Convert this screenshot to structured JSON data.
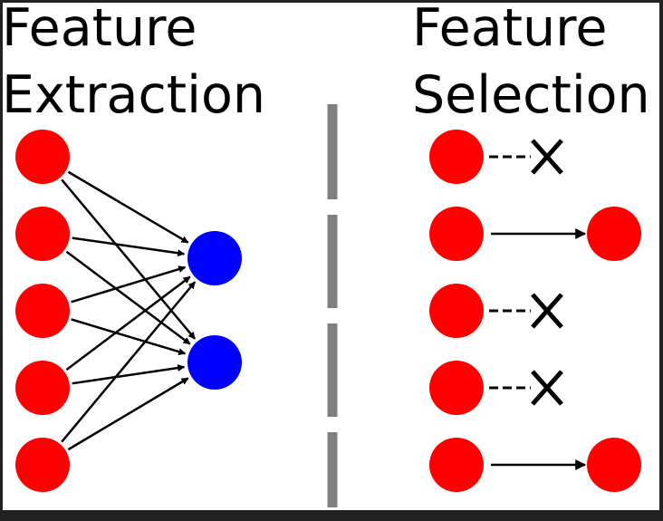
{
  "extraction": {
    "title_line1": "Feature",
    "title_line2": "Extraction",
    "input_count": 5,
    "output_count": 2,
    "input_color": "#ff0000",
    "output_color": "#0000ff"
  },
  "selection": {
    "title_line1": "Feature",
    "title_line2": "Selection",
    "rows": [
      {
        "selected": false
      },
      {
        "selected": true
      },
      {
        "selected": false
      },
      {
        "selected": false
      },
      {
        "selected": true
      }
    ],
    "node_color": "#ff0000"
  },
  "colors": {
    "background": "#ffffff",
    "frame": "#222222",
    "arrow": "#000000",
    "divider": "#808080"
  }
}
